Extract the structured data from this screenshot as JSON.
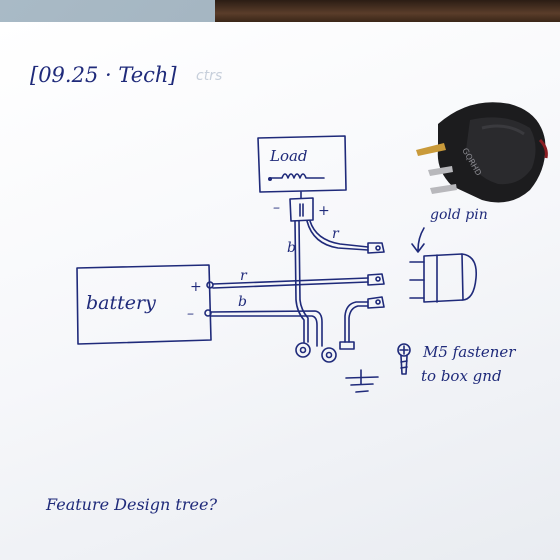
{
  "header": {
    "date_tag": "[09.25 · Tech]"
  },
  "labels": {
    "load": "Load",
    "battery": "battery",
    "plus": "+",
    "minus": "–",
    "load_minus": "–",
    "load_plus": "+",
    "wire_r_top": "r",
    "wire_b_top": "b",
    "wire_r_mid": "r",
    "wire_b_mid": "b",
    "gold_pin": "gold pin",
    "fastener_line1": "M5 fastener",
    "fastener_line2": "to box gnd"
  },
  "footer": {
    "note": "Feature Design tree?"
  },
  "switch_part": {
    "label": "GQRHD",
    "body_color": "#1c1c1e",
    "pin_color": "#c99a3a"
  },
  "colors": {
    "ink": "#1f2a7a",
    "paper": "#f6f7fa"
  }
}
